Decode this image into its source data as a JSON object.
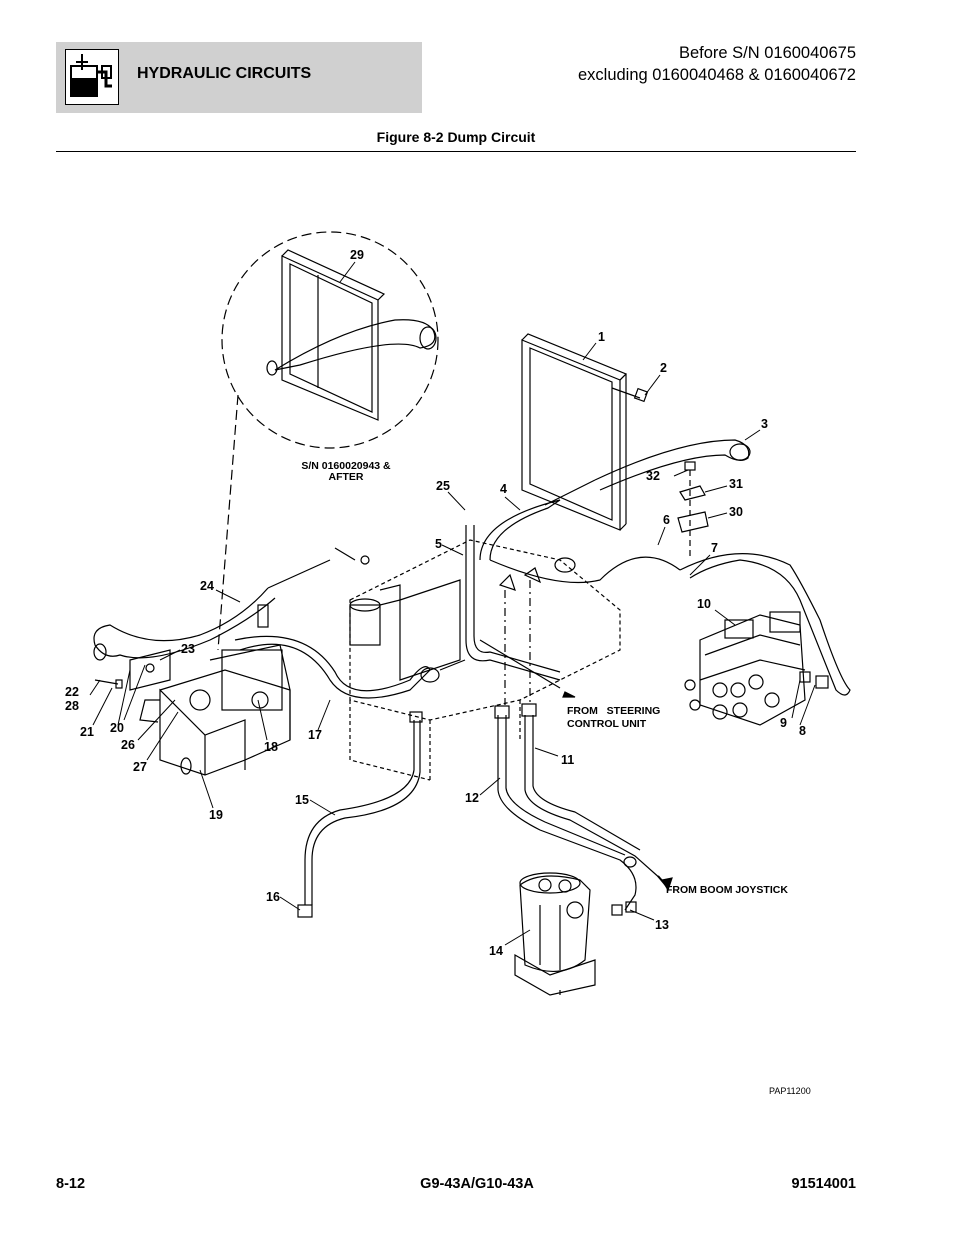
{
  "header": {
    "section_title": "HYDRAULIC CIRCUITS",
    "serial_line1": "Before S/N 0160040675",
    "serial_line2": "excluding 0160040468 & 0160040672"
  },
  "figure": {
    "title": "Figure 8-2 Dump Circuit",
    "inset_note_line1": "S/N 0160020943 &",
    "inset_note_line2": "AFTER",
    "from_steering_line1": "FROM   STEERING",
    "from_steering_line2": "CONTROL UNIT",
    "from_boom_joystick": "FROM BOOM JOYSTICK",
    "drawing_number": "PAP11200",
    "callouts": {
      "c1": "1",
      "c2": "2",
      "c3": "3",
      "c4": "4",
      "c5": "5",
      "c6": "6",
      "c7": "7",
      "c8": "8",
      "c9": "9",
      "c10": "10",
      "c11": "11",
      "c12": "12",
      "c13": "13",
      "c14": "14",
      "c15": "15",
      "c16": "16",
      "c17": "17",
      "c18": "18",
      "c19": "19",
      "c20": "20",
      "c21": "21",
      "c22": "22",
      "c23": "23",
      "c24": "24",
      "c25": "25",
      "c26": "26",
      "c27": "27",
      "c28": "28",
      "c29": "29",
      "c30": "30",
      "c31": "31",
      "c32": "32"
    }
  },
  "footer": {
    "page_number": "8-12",
    "model": "G9-43A/G10-43A",
    "doc_number": "91514001"
  }
}
